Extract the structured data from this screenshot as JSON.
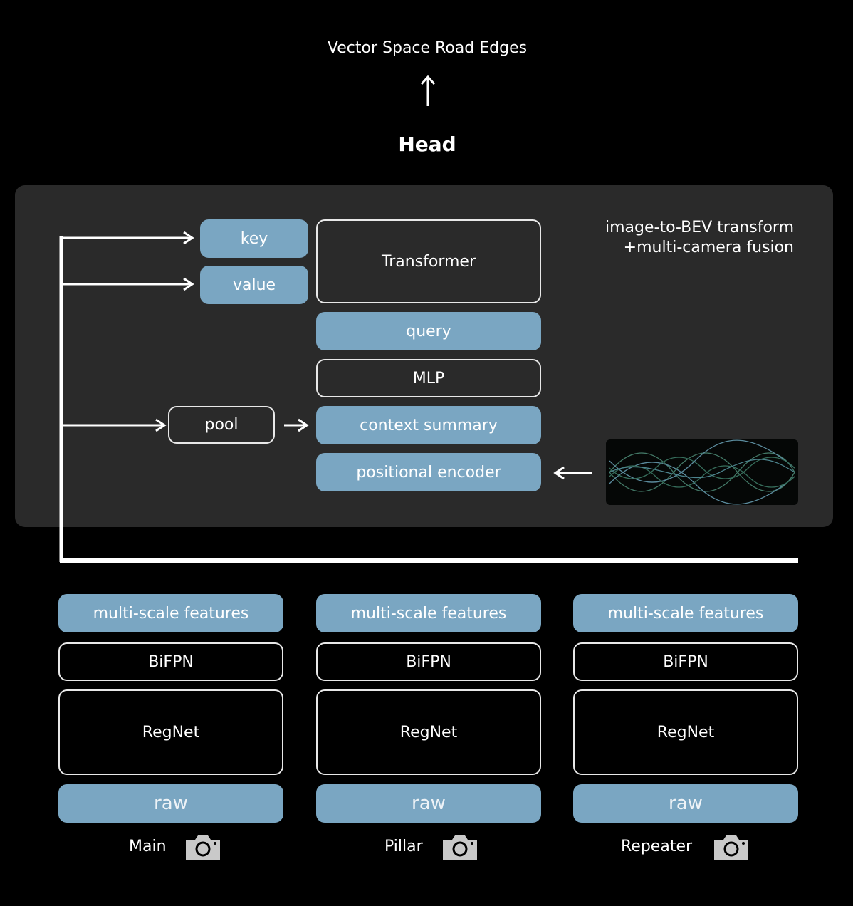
{
  "header": {
    "title": "Vector Space Road Edges",
    "head_label": "Head"
  },
  "fusion": {
    "caption_line1": "image-to-BEV transform",
    "caption_line2": "+multi-camera fusion",
    "key": "key",
    "value": "value",
    "transformer": "Transformer",
    "query": "query",
    "mlp": "MLP",
    "pool": "pool",
    "context_summary": "context summary",
    "positional_encoder": "positional encoder"
  },
  "cameras": [
    {
      "features": "multi-scale features",
      "bifpn": "BiFPN",
      "regnet": "RegNet",
      "raw": "raw",
      "label": "Main"
    },
    {
      "features": "multi-scale features",
      "bifpn": "BiFPN",
      "regnet": "RegNet",
      "raw": "raw",
      "label": "Pillar"
    },
    {
      "features": "multi-scale features",
      "bifpn": "BiFPN",
      "regnet": "RegNet",
      "raw": "raw",
      "label": "Repeater"
    }
  ],
  "colors": {
    "background": "#000000",
    "panel": "#2a2a2a",
    "accent_box": "#7aa6c2",
    "outline": "#e8e8e8",
    "camera_icon": "#c9c9c9"
  },
  "icons": {
    "up_arrow": "arrow-up-icon",
    "camera": "camera-icon",
    "sinusoid": "sinusoid-waves-icon"
  }
}
